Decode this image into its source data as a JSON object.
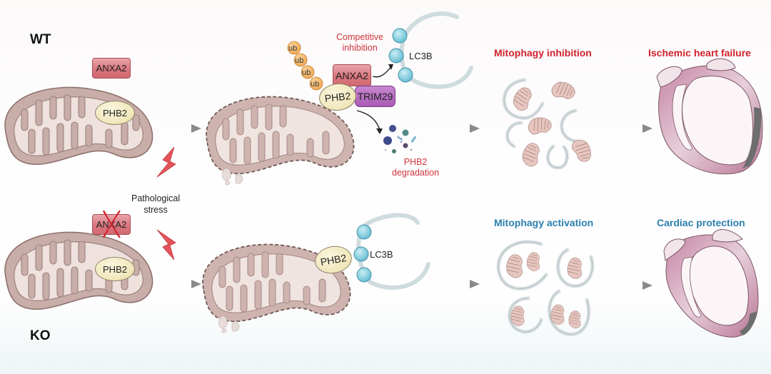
{
  "rows": {
    "wt": {
      "label": "WT",
      "anxa2": "ANXA2",
      "phb2": "PHB2",
      "complex": {
        "ubiquitin": [
          "ub",
          "ub",
          "ub",
          "ub"
        ],
        "anxa2": "ANXA2",
        "phb2": "PHB2",
        "trim29": "TRIM29",
        "lc3b": "LC3B",
        "competitive_note": [
          "Competitive",
          "inhibition"
        ],
        "degradation_note": [
          "PHB2",
          "degradation"
        ]
      },
      "outcome_heading": "Mitophagy inhibition",
      "result_heading": "Ischemic heart failure"
    },
    "ko": {
      "label": "KO",
      "anxa2": "ANXA2",
      "anxa2_status": "knocked out",
      "phb2": "PHB2",
      "complex": {
        "phb2": "PHB2",
        "lc3b": "LC3B"
      },
      "outcome_heading": "Mitophagy activation",
      "result_heading": "Cardiac protection"
    }
  },
  "stress": [
    "Pathological",
    "stress"
  ],
  "colors": {
    "red_heading": "#d0232e",
    "blue_heading": "#2a7fae",
    "mito_fill": "#c9ada9",
    "anxa2": "#d9767e",
    "trim29": "#a85bb4",
    "phb2": "#efe6b8",
    "lc3b": "#7ccfe0",
    "ubiquitin": "#f2b15f",
    "heart": "#c98fa8",
    "lightning": "#e5535a"
  }
}
